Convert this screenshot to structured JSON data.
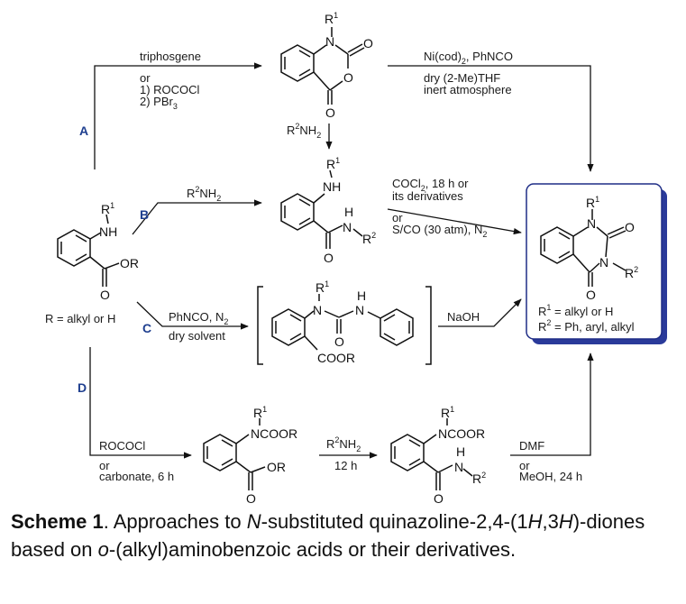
{
  "routes": {
    "a": "A",
    "b": "B",
    "c": "C",
    "d": "D"
  },
  "atoms": {
    "N": "N",
    "O": "O",
    "NH": "NH",
    "H": "H",
    "R": "R",
    "one": "1",
    "two": "2",
    "OR": "OR"
  },
  "reagents": {
    "a_1": "triphosgene",
    "a_2": "or",
    "a_3": "1) ROCOCl",
    "a_4": "2) PBr",
    "a_4_sub": "3",
    "isatoic_1": "R",
    "isatoic_2": "NH",
    "isatoic_3": "2",
    "ni_1": "Ni(cod)",
    "ni_1_sub": "2",
    "ni_1_tail": ", PhNCO",
    "ni_2": "dry (2-Me)THF",
    "ni_3": "inert atmosphere",
    "b_1": "R",
    "b_2": "NH",
    "b_3": "2",
    "cocl_1": "COCl",
    "cocl_1_sub": "2",
    "cocl_1_tail": ", 18 h or",
    "cocl_2": "its derivatives",
    "cocl_3": "or",
    "cocl_4": "S/CO (30 atm), N",
    "cocl_4_sub": "2",
    "c_1": "PhNCO, N",
    "c_1_sub": "2",
    "c_2": "dry solvent",
    "naoh": "NaOH",
    "d_1": "ROCOCl",
    "d_2": "or",
    "d_3": "carbonate, 6 h",
    "amine_time": "12 h",
    "dmf_1": "DMF",
    "dmf_2": "or",
    "dmf_3": "MeOH, 24 h"
  },
  "labels": {
    "start_r": "R = alkyl or H",
    "cooR": "COOR",
    "ncoor": "NCOOR",
    "prod_r1": "= alkyl or H",
    "prod_r2": "= Ph, aryl, alkyl"
  },
  "caption": {
    "bold": "Scheme 1",
    "t1": ". Approaches to ",
    "i1": "N",
    "t2": "-substituted quinazoline-2,4-(1",
    "i2": "H",
    "t3": ",3",
    "i3": "H",
    "t4": ")-diones based on ",
    "i4": "o",
    "t5": "-(alkyl)aminobenzoic acids or their derivatives."
  },
  "colors": {
    "route_label": "#1f3f8f",
    "product_box_border": "#1f2d86",
    "product_box_shadow": "#2a3a9a"
  }
}
